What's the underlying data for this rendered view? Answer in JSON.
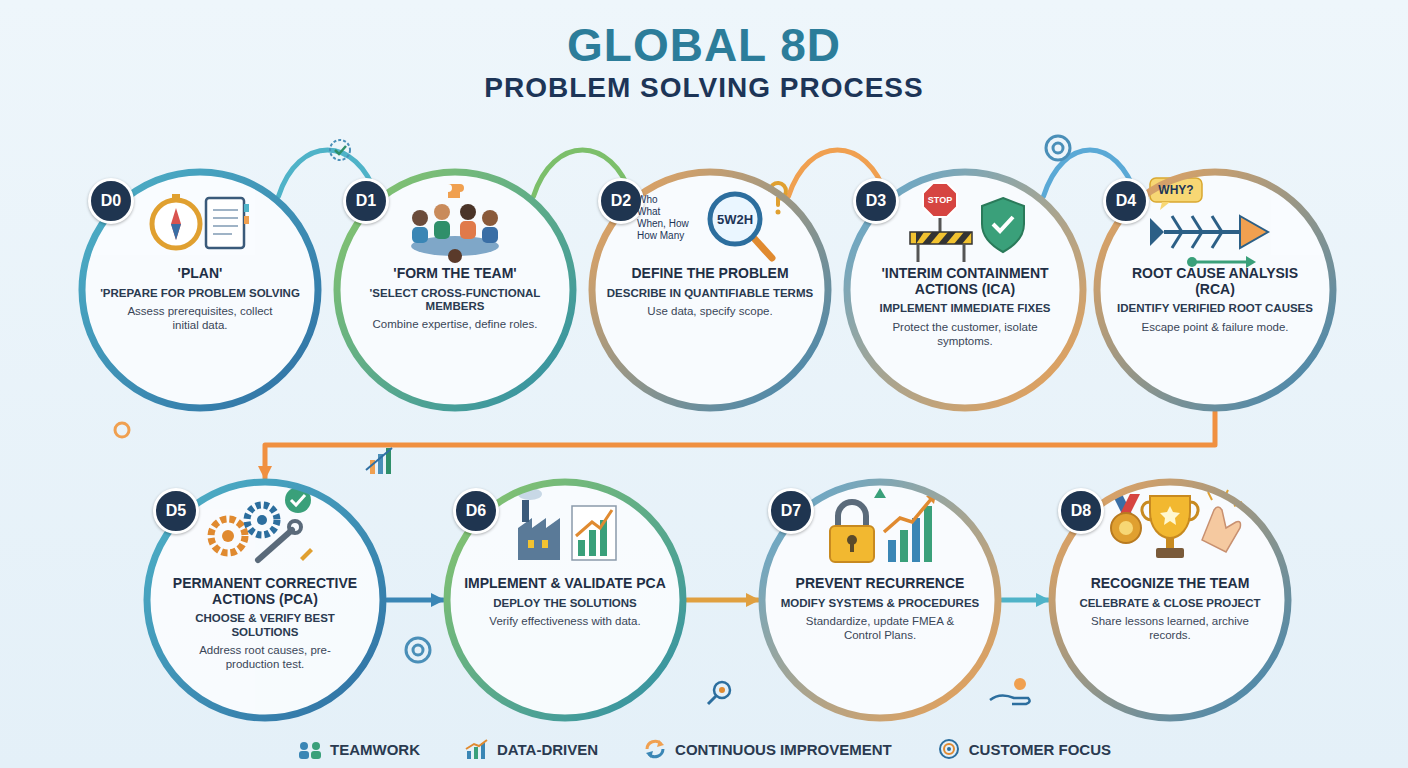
{
  "diagram": {
    "title": "GLOBAL 8D",
    "nodes": [
      {
        "text": [
          "D0",
          "'PLAN'",
          "'PREPARE FOR PROBLEM SOLVING",
          "Assess prerequisites, collect initial data."
        ]
      },
      {
        "text": [
          "D1",
          "'FORM THE TEAM'",
          "'SELECT CROSS-FUNCTIONAL MEMBERS",
          "Combine expertise, define roles."
        ]
      },
      {
        "text": [
          "D2",
          "DEFINE THE PROBLEM",
          "DESCRIBE IN QUANTIFIABLE TERMS",
          "Use data, specify scope."
        ]
      },
      {
        "text": [
          "D3",
          "'INTERIM CONTAINMENT ACTIONS (ICA)",
          "IMPLEMENT IMMEDIATE FIXES",
          "Protect the customer, isolate symptoms."
        ]
      },
      {
        "text": [
          "D4",
          "ROOT CAUSE ANALYSIS (RCA)",
          "IDENTIFY VERIFIED ROOT CAUSES",
          "Escape point & failure mode."
        ]
      },
      {
        "text": [
          "D5",
          "PERMANENT CORRECTIVE ACTIONS (PCA)",
          "CHOOSE & VERIFY BEST SOLUTIONS",
          "Address root causes, pre-production test."
        ]
      },
      {
        "text": [
          "D6",
          "IMPLEMENT & VALIDATE PCA",
          "DEPLOY THE SOLUTIONS",
          "Verify effectiveness with data."
        ]
      },
      {
        "text": [
          "D7",
          "PREVENT RECURRENCE",
          "MODIFY SYSTEMS & PROCEDURES",
          "Standardize, update FMEA & Control Plans."
        ]
      },
      {
        "text": [
          "D8",
          "RECOGNIZE THE TEAM",
          "CELEBRATE & CLOSE PROJECT",
          "Share lessons learned, archive records."
        ]
      }
    ],
    "edges": [
      {
        "from": 0,
        "to": 1,
        "arrow": "to"
      },
      {
        "from": 1,
        "to": 2,
        "arrow": "to"
      },
      {
        "from": 2,
        "to": 3,
        "arrow": "to"
      },
      {
        "from": 3,
        "to": 4,
        "arrow": "to"
      },
      {
        "from": 4,
        "to": 5,
        "arrow": "to"
      },
      {
        "from": 5,
        "to": 6,
        "arrow": "to"
      },
      {
        "from": 6,
        "to": 7,
        "arrow": "to"
      },
      {
        "from": 7,
        "to": 8,
        "arrow": "to"
      }
    ],
    "labels": [
      "PROBLEM SOLVING PROCESS",
      "5W2H",
      "Who",
      "What",
      "When, How",
      "How Many",
      "STOP",
      "WHY?"
    ],
    "legend": [
      {
        "text": "TEAMWORK"
      },
      {
        "text": "DATA-DRIVEN"
      },
      {
        "text": "CONTINUOUS IMPROVEMENT"
      },
      {
        "text": "CUSTOMER FOCUS"
      }
    ]
  }
}
